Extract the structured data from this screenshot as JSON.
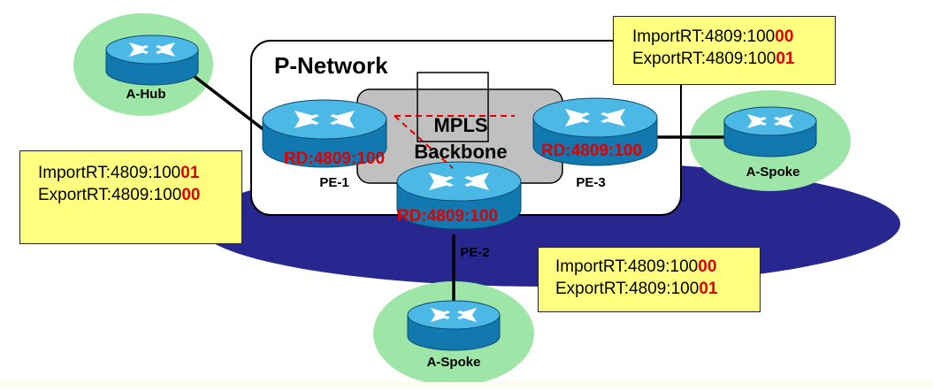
{
  "network": {
    "title": "P-Network",
    "backbone_line1": "MPLS",
    "backbone_line2": "Backbone"
  },
  "routers": {
    "pe1": {
      "rd": "RD:4809:100",
      "label": "PE-1"
    },
    "pe2": {
      "rd": "RD:4809:100",
      "label": "PE-2"
    },
    "pe3": {
      "rd": "RD:4809:100",
      "label": "PE-3"
    }
  },
  "sites": {
    "hub": {
      "label": "A-Hub"
    },
    "spoke_right": {
      "label": "A-Spoke"
    },
    "spoke_bottom": {
      "label": "A-Spoke"
    }
  },
  "rt_boxes": {
    "top_right": {
      "import_prefix": "ImportRT:4809:100",
      "import_suffix": "00",
      "export_prefix": "ExportRT:4809:100",
      "export_suffix": "01"
    },
    "left": {
      "import_prefix": "ImportRT:4809:100",
      "import_suffix": "01",
      "export_prefix": "ExportRT:4809:100",
      "export_suffix": "00"
    },
    "bottom_right": {
      "import_prefix": "ImportRT:4809:100",
      "import_suffix": "00",
      "export_prefix": "ExportRT:4809:100",
      "export_suffix": "01"
    }
  },
  "colors": {
    "vpn_ellipse": "#27278f",
    "site_halo": "#9ee6a8",
    "backbone_fill": "#c0c0c0",
    "router_body": "#1a8fc4",
    "router_top": "#4cb8e6",
    "rd_text": "#e00000",
    "rt_box_fill": "#ffff80"
  }
}
